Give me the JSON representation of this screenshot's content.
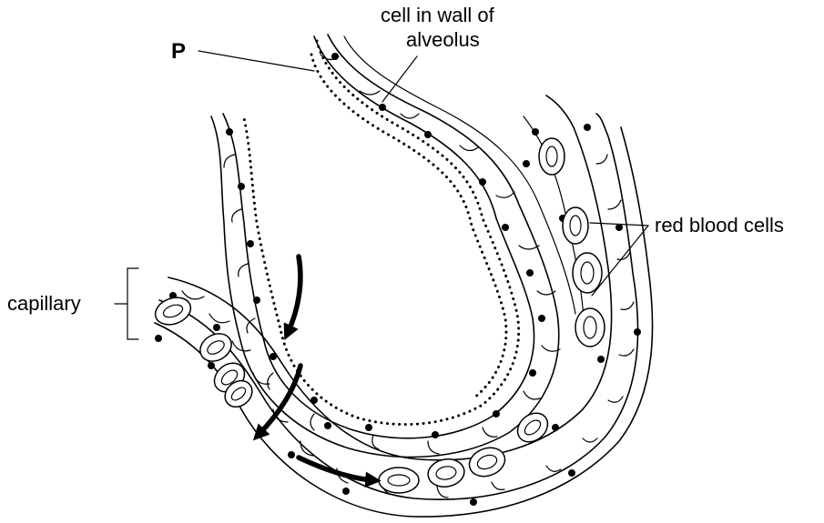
{
  "labels": {
    "p": "P",
    "cell_wall_line1": "cell in wall of",
    "cell_wall_line2": "alveolus",
    "red_blood_cells": "red blood cells",
    "capillary": "capillary"
  }
}
